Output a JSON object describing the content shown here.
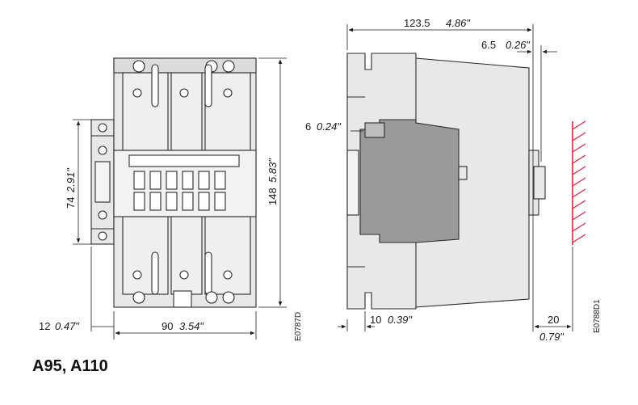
{
  "caption": "A95, A110",
  "front_view": {
    "drawing_code": "E0787D",
    "aux_height": {
      "mm": "74",
      "in": "2.91\""
    },
    "height": {
      "mm": "148",
      "in": "5.83\""
    },
    "width": {
      "mm": "90",
      "in": "3.54\""
    },
    "aux_width": {
      "mm": "12",
      "in": "0.47\""
    }
  },
  "side_view": {
    "drawing_code": "E0788D1",
    "depth": {
      "mm": "123.5",
      "in": "4.86\""
    },
    "rail_offset": {
      "mm": "6.5",
      "in": "0.26\""
    },
    "clip": {
      "mm": "6",
      "in": "0.24\""
    },
    "base": {
      "mm": "10",
      "in": "0.39\""
    },
    "clearance": {
      "mm": "20",
      "in": "0.79\""
    }
  },
  "colors": {
    "body": "#e8e8e8",
    "dark_part": "#9a9a9a",
    "outline": "#2a2a2a",
    "wall": "#d7263d"
  }
}
